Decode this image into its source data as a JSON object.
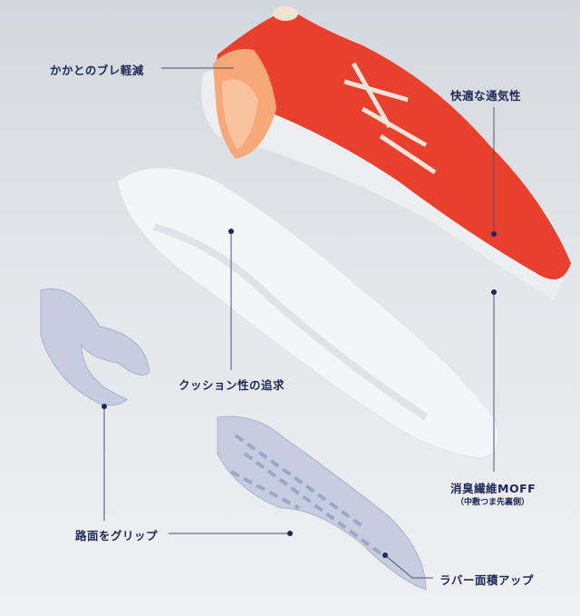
{
  "labels": {
    "heel": "かかとのブレ軽減",
    "breathability": "快適な通気性",
    "cushion": "クッション性の追求",
    "deodorant": "消臭繊維MOFF",
    "deodorant_note": "（中敷つま先裏側）",
    "grip": "路面をグリップ",
    "rubber": "ラバー面積アップ"
  },
  "colors": {
    "upper": "#e8402c",
    "heel_counter": "#f6a878",
    "midsole": "#f4f5f7",
    "outsole": "#c7cde0",
    "annotation": "#1f2857"
  }
}
